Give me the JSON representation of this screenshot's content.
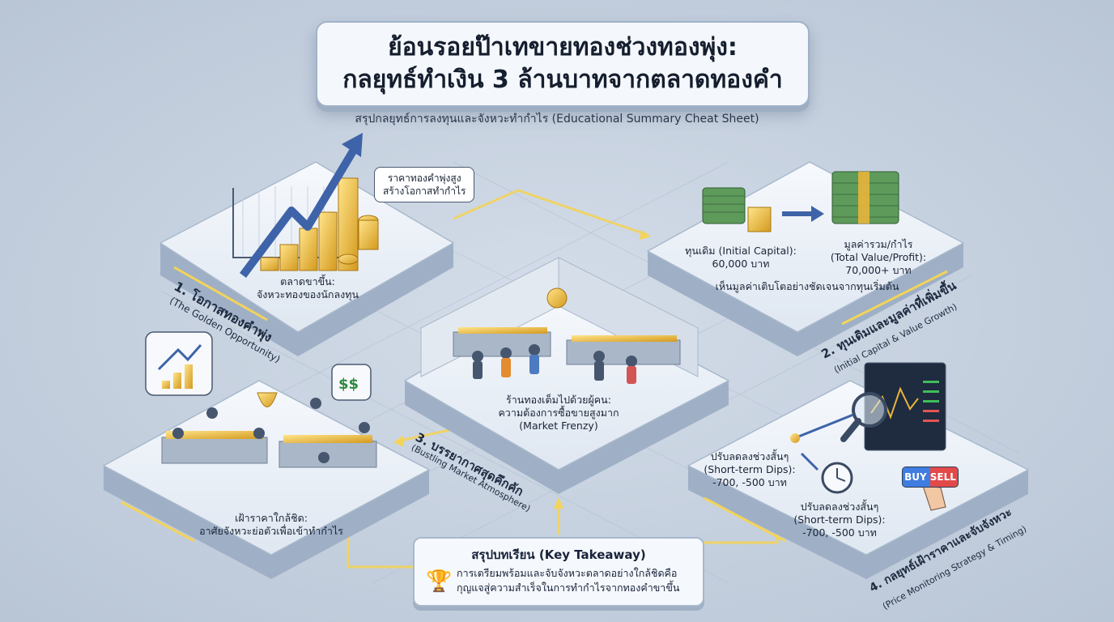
{
  "title": {
    "line1": "ย้อนรอยป๊าเทขายทองช่วงทองพุ่ง:",
    "line2": "กลยุทธ์ทำเงิน 3 ล้านบาทจากตลาดทองคำ"
  },
  "subtitle": "สรุปกลยุทธ์การลงทุนและจังหวะทำกำไร (Educational Summary Cheat Sheet)",
  "panel1": {
    "heading_th": "1. โอกาสทองคำพุ่ง",
    "heading_en": "(The Golden Opportunity)",
    "bubble_line1": "ราคาทองคำพุ่งสูง",
    "bubble_line2": "สร้างโอกาสทำกำไร",
    "caption_line1": "ตลาดขาขึ้น:",
    "caption_line2": "จังหวะทองของนักลงทุน"
  },
  "panel2": {
    "heading_th": "2. ทุนเดิมและมูลค่าที่เพิ่มขึ้น",
    "heading_en": "(Initial Capital & Value Growth)",
    "capital_label": "ทุนเดิม (Initial Capital):",
    "capital_value": "60,000 บาท",
    "total_label_th": "มูลค่ารวม/กำไร",
    "total_label_en": "(Total Value/Profit):",
    "total_value": "70,000+ บาท",
    "caption": "เห็นมูลค่าเติบโตอย่างชัดเจนจากทุนเริ่มต้น"
  },
  "panel3": {
    "heading_th": "3. บรรยากาศสุดคึกคัก",
    "heading_en": "(Bustling Market Atmosphere)",
    "center_line1": "ร้านทองเต็มไปด้วยผู้คน:",
    "center_line2": "ความต้องการซื้อขายสูงมาก",
    "center_line3": "(Market Frenzy)",
    "bottom_line1": "เฝ้าราคาใกล้ชิด:",
    "bottom_line2": "อาศัยจังหวะย่อตัวเพื่อเข้าทำกำไร"
  },
  "panel4": {
    "heading_th": "4. กลยุทธ์เฝ้าราคาและจับจังหวะ",
    "heading_en": "(Price Monitoring Strategy & Timing)",
    "dip1_line1": "ปรับลดลงช่วงสั้นๆ",
    "dip1_line2": "(Short-term Dips):",
    "dip1_line3": "-700, -500 บาท",
    "dip2_line1": "ปรับลดลงช่วงสั้นๆ",
    "dip2_line2": "(Short-term Dips):",
    "dip2_line3": "-700, -500 บาท",
    "buy_label": "BUY",
    "sell_label": "SELL"
  },
  "takeaway": {
    "title": "สรุปบทเรียน (Key Takeaway)",
    "line1": "การเตรียมพร้อมและจับจังหวะตลาดอย่างใกล้ชิดคือ",
    "line2": "กุญแจสู่ความสำเร็จในการทำกำไรจากทองคำขาขึ้น"
  },
  "colors": {
    "background": "#c5d1df",
    "platform": "#edf2f8",
    "gold": "#e8b53a",
    "arrow": "#3e63a8",
    "glow": "#f3d35a"
  }
}
